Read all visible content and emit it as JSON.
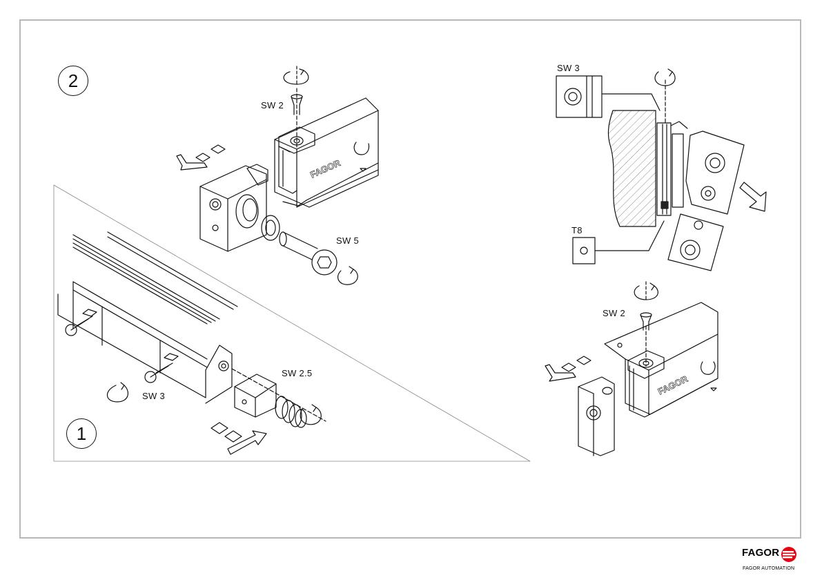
{
  "steps": {
    "step1": "1",
    "step2": "2"
  },
  "labels": {
    "sw2_top": "SW 2",
    "sw5": "SW 5",
    "sw3_top": "SW 3",
    "t8": "T8",
    "sw2_right": "SW 2",
    "sw2_5": "SW 2.5",
    "sw3_bottom": "SW 3"
  },
  "profile_logo": {
    "top": "FAGOR",
    "right": "FAGOR"
  },
  "brand": {
    "name": "FAGOR",
    "subtitle": "FAGOR AUTOMATION",
    "logo_color": "#e30613"
  },
  "icons": [
    "rotate-arrow-icon",
    "move-arrow-icon",
    "fagor-logo-icon"
  ]
}
